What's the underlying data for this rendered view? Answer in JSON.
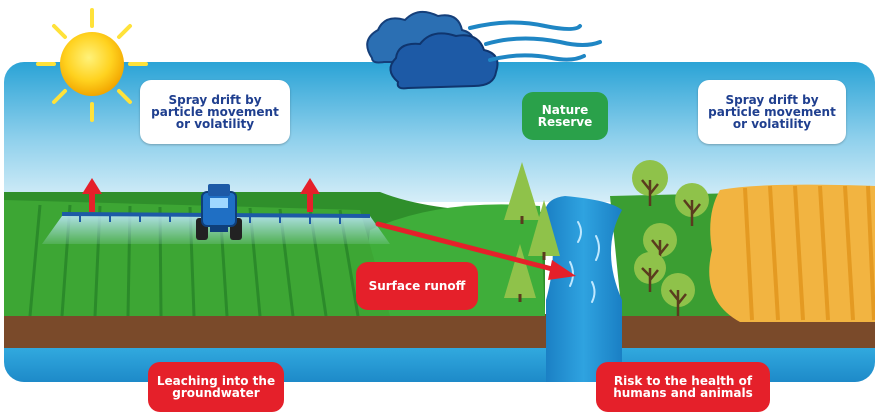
{
  "labels": {
    "spray_drift_left": "Spray drift by\nparticle movement\nor volatility",
    "spray_drift_right": "Spray drift by\nparticle movement\nor volatility",
    "nature_reserve": "Nature\nReserve",
    "surface_runoff": "Surface runoff",
    "leaching": "Leaching into the\ngroundwater",
    "risk_health": "Risk to the health of\nhumans and animals"
  },
  "icons": [
    "sun-icon",
    "cloud-icon",
    "wind-icon",
    "tractor-icon",
    "drift-arrow-icon",
    "runoff-arrow-icon",
    "tree-icon",
    "river-icon"
  ],
  "colors": {
    "sky_top": "#2aa3d6",
    "sky_bottom": "#cdeaf6",
    "field_green": "#3da634",
    "meadow_green": "#2f8f2b",
    "river_blue": "#1f8fd0",
    "soil": "#7a4a2a",
    "groundwater": "#2aa0d8",
    "wheat": "#f2b441",
    "sun": "#ffd21f",
    "alert_red": "#e5202a",
    "reserve_green": "#2aa14a",
    "text_blue": "#1f3f8f"
  }
}
